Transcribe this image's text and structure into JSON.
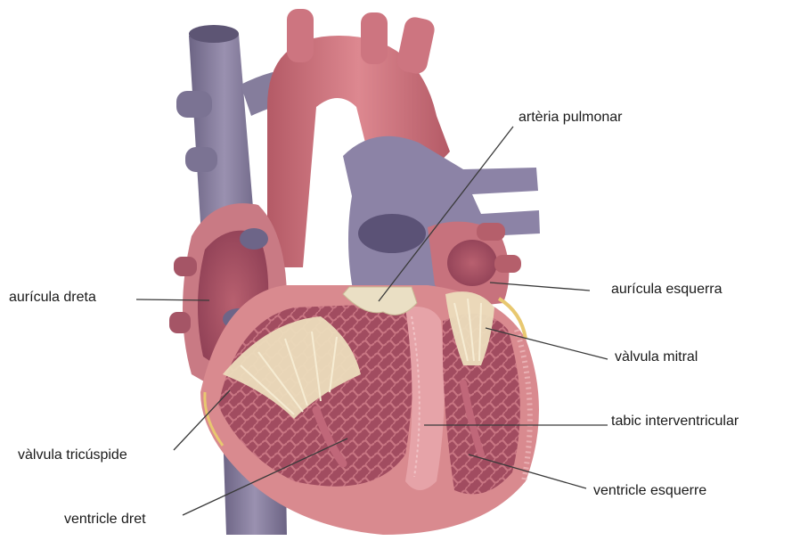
{
  "labels": {
    "arteria_pulmonar": "artèria pulmonar",
    "auricula_dreta": "aurícula dreta",
    "auricula_esquerra": "aurícula esquerra",
    "valvula_mitral": "vàlvula mitral",
    "tabic_interventricular": "tabic interventricular",
    "valvula_tricuspide": "vàlvula tricúspide",
    "ventricle_esquerre": "ventricle esquerre",
    "ventricle_dret": "ventricle dret"
  },
  "colors": {
    "vein_purple": "#7e7596",
    "artery_pink": "#c86a74",
    "muscle_pink": "#d98a8f",
    "chamber_dark": "#a54e63",
    "valve_cream": "#eadfc4",
    "leader_line": "#3a3a3a"
  }
}
